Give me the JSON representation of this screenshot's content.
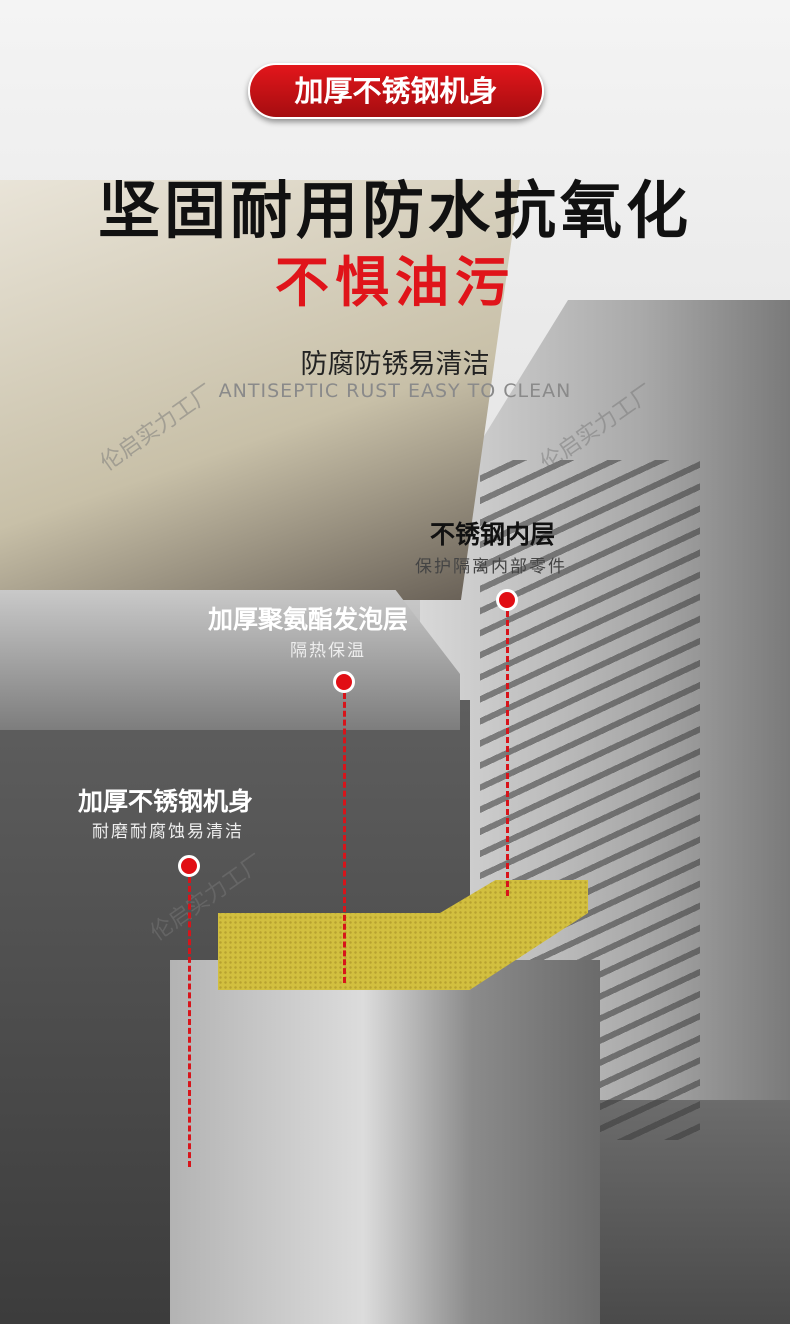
{
  "badge": "加厚不锈钢机身",
  "headline": "坚固耐用防水抗氧化",
  "headline_red": "不惧油污",
  "subtitle": "防腐防锈易清洁",
  "subtitle_en": "ANTISEPTIC RUST EASY TO CLEAN",
  "callouts": [
    {
      "title": "不锈钢内层",
      "desc": "保护隔离内部零件"
    },
    {
      "title": "加厚聚氨酯发泡层",
      "desc": "隔热保温"
    },
    {
      "title": "加厚不锈钢机身",
      "desc": "耐磨耐腐蚀易清洁"
    }
  ],
  "watermark": "伦启实力工厂",
  "colors": {
    "accent": "#e0141a"
  }
}
